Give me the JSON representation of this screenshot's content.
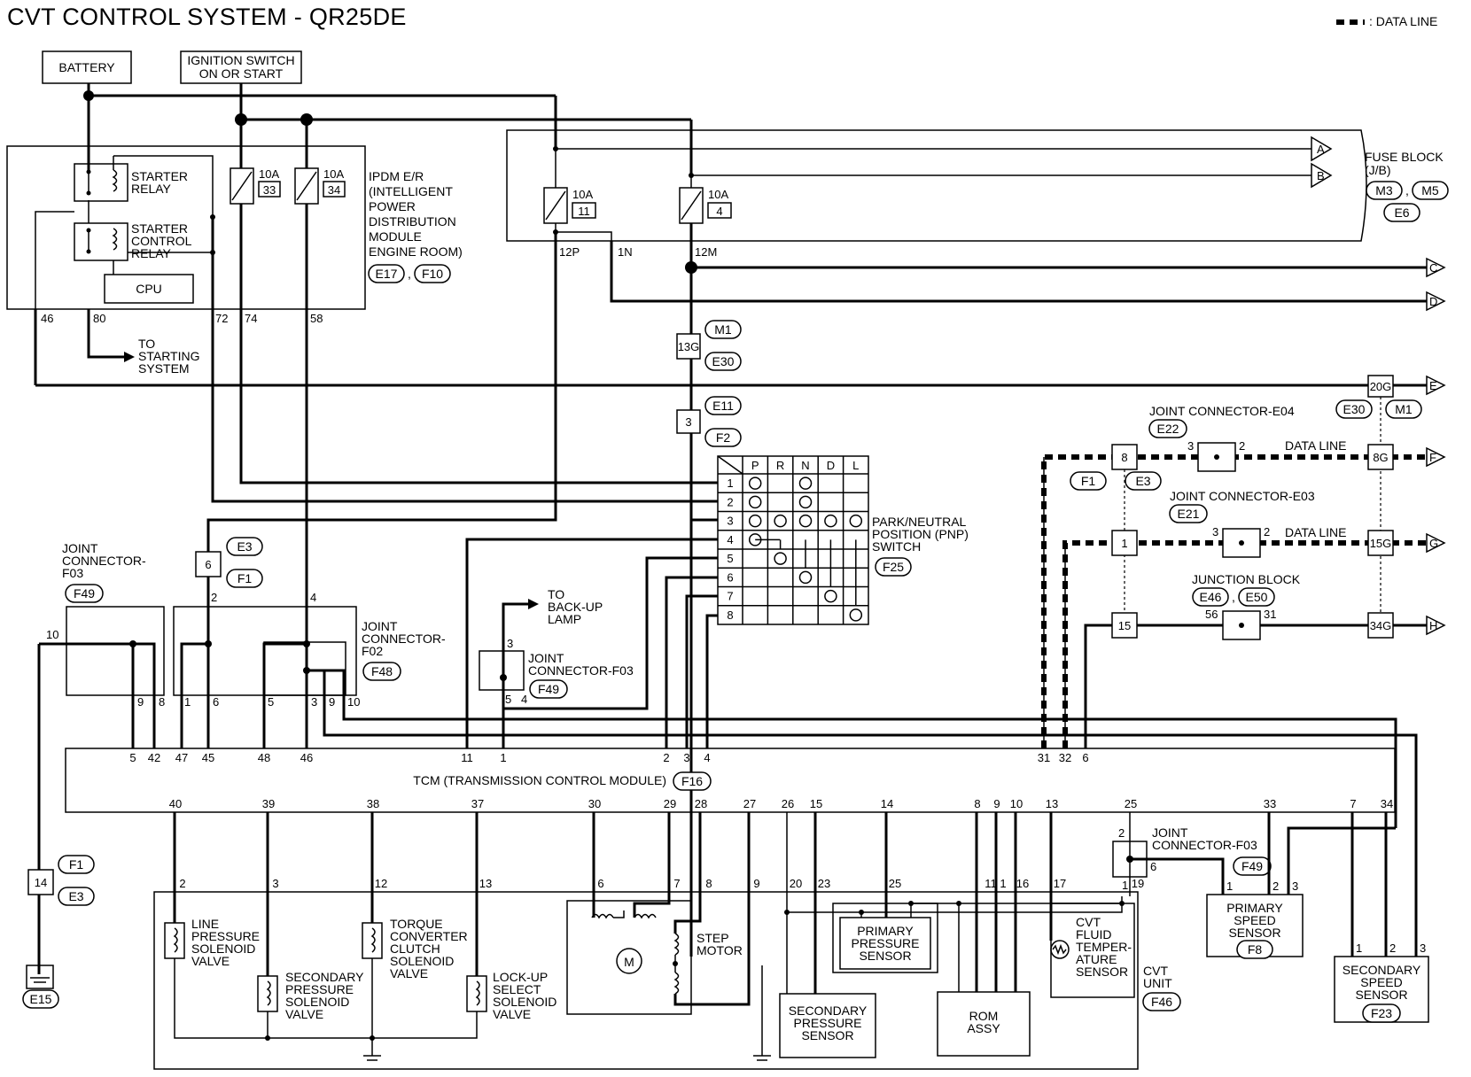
{
  "title": "CVT CONTROL SYSTEM - QR25DE",
  "legend": {
    "data_line": ": DATA LINE"
  },
  "sources": {
    "battery": "BATTERY",
    "ignition_line1": "IGNITION SWITCH",
    "ignition_line2": "ON OR START"
  },
  "ipdm": {
    "lines": [
      "IPDM E/R",
      "(INTELLIGENT",
      "POWER",
      "DISTRIBUTION",
      "MODULE",
      "ENGINE ROOM)"
    ],
    "connectors": [
      "E17",
      "F10"
    ],
    "starter_relay": [
      "STARTER",
      "RELAY"
    ],
    "starter_control_relay": [
      "STARTER",
      "CONTROL",
      "RELAY"
    ],
    "cpu": "CPU",
    "fuses": [
      {
        "amp": "10A",
        "num": "33"
      },
      {
        "amp": "10A",
        "num": "34"
      }
    ],
    "pins": [
      "46",
      "80",
      "72",
      "74",
      "58"
    ]
  },
  "to_starting": [
    "TO",
    "STARTING",
    "SYSTEM"
  ],
  "fuse_block": {
    "lines": [
      "FUSE BLOCK",
      "(J/B)"
    ],
    "connectors": [
      "M3",
      "M5",
      "E6"
    ],
    "fuses": [
      {
        "amp": "10A",
        "num": "11"
      },
      {
        "amp": "10A",
        "num": "4"
      }
    ],
    "pins": [
      "12P",
      "1N",
      "12M"
    ]
  },
  "harness": {
    "m1": "M1",
    "e30": "E30",
    "p13g": "13G",
    "e11": "E11",
    "f2": "F2",
    "p3": "3",
    "p20g": "20G"
  },
  "arrows": [
    "A",
    "B",
    "C",
    "D",
    "E",
    "F",
    "G",
    "H"
  ],
  "pnp": {
    "lines": [
      "PARK/NEUTRAL",
      "POSITION (PNP)",
      "SWITCH"
    ],
    "connector": "F25",
    "cols": [
      "P",
      "R",
      "N",
      "D",
      "L"
    ],
    "rows": [
      "1",
      "2",
      "3",
      "4",
      "5",
      "6",
      "7",
      "8"
    ]
  },
  "joint_e04": {
    "label": "JOINT CONNECTOR-E04",
    "connector": "E22",
    "pins": [
      "3",
      "2"
    ]
  },
  "joint_e03": {
    "label": "JOINT CONNECTOR-E03",
    "connector": "E21",
    "pins": [
      "3",
      "2"
    ]
  },
  "junction_block": {
    "label": "JUNCTION BLOCK",
    "connectors": [
      "E46",
      "E50"
    ],
    "pins": [
      "56",
      "31"
    ]
  },
  "data_line_label": "DATA LINE",
  "inline": {
    "p8": "8",
    "p1": "1",
    "p15": "15",
    "p8g": "8G",
    "p15g": "15G",
    "p34g": "34G",
    "f1": "F1",
    "e3": "E3"
  },
  "joint_f03_left": {
    "lines": [
      "JOINT",
      "CONNECTOR-",
      "F03"
    ],
    "connector": "F49",
    "pins": [
      "10",
      "9",
      "8"
    ]
  },
  "joint_f02": {
    "lines": [
      "JOINT",
      "CONNECTOR-",
      "F02"
    ],
    "connector": "F48",
    "pins": [
      "2",
      "4",
      "1",
      "6",
      "5",
      "3",
      "9",
      "10"
    ]
  },
  "p6": {
    "pin": "6",
    "c1": "E3",
    "c2": "F1"
  },
  "backup": {
    "lines": [
      "TO",
      "BACK-UP",
      "LAMP"
    ],
    "joint": "JOINT",
    "joint2": "CONNECTOR-F03",
    "connector": "F49",
    "pins": [
      "3",
      "5",
      "4"
    ]
  },
  "tcm": {
    "label": "TCM (TRANSMISSION CONTROL MODULE)",
    "connector": "F16",
    "top_pins": [
      "5",
      "42",
      "47",
      "45",
      "48",
      "46",
      "11",
      "1",
      "2",
      "3",
      "4",
      "31",
      "32",
      "6"
    ],
    "bottom_pins": [
      "40",
      "39",
      "38",
      "37",
      "30",
      "29",
      "28",
      "27",
      "26",
      "15",
      "14",
      "8",
      "9",
      "10",
      "13",
      "25",
      "33",
      "7",
      "34"
    ]
  },
  "ground_left": {
    "pin": "14",
    "c1": "F1",
    "c2": "E3",
    "ground": "E15"
  },
  "cvt_unit": {
    "lines": [
      "CVT",
      "UNIT"
    ],
    "connector": "F46",
    "pins": [
      "2",
      "3",
      "12",
      "13",
      "6",
      "7",
      "8",
      "9",
      "20",
      "23",
      "25",
      "11",
      "1",
      "16",
      "17",
      "19"
    ],
    "line_pressure": [
      "LINE",
      "PRESSURE",
      "SOLENOID",
      "VALVE"
    ],
    "secondary_pressure_sv": [
      "SECONDARY",
      "PRESSURE",
      "SOLENOID",
      "VALVE"
    ],
    "torque_converter": [
      "TORQUE",
      "CONVERTER",
      "CLUTCH",
      "SOLENOID",
      "VALVE"
    ],
    "lockup": [
      "LOCK-UP",
      "SELECT",
      "SOLENOID",
      "VALVE"
    ],
    "motor": "M",
    "step_motor": [
      "STEP",
      "MOTOR"
    ],
    "secondary_pressure_sensor": [
      "SECONDARY",
      "PRESSURE",
      "SENSOR"
    ],
    "primary_pressure_sensor": [
      "PRIMARY",
      "PRESSURE",
      "SENSOR"
    ],
    "rom": [
      "ROM",
      "ASSY"
    ],
    "fluid_temp": [
      "CVT",
      "FLUID",
      "TEMPER-",
      "ATURE",
      "SENSOR"
    ]
  },
  "joint_f03_right": {
    "lines": [
      "JOINT",
      "CONNECTOR-F03"
    ],
    "connector": "F49",
    "pins": [
      "2",
      "6",
      "1"
    ]
  },
  "primary_speed": {
    "lines": [
      "PRIMARY",
      "SPEED",
      "SENSOR"
    ],
    "connector": "F8",
    "pins": [
      "1",
      "2",
      "3"
    ]
  },
  "secondary_speed": {
    "lines": [
      "SECONDARY",
      "SPEED",
      "SENSOR"
    ],
    "connector": "F23",
    "pins": [
      "1",
      "2",
      "3"
    ]
  }
}
